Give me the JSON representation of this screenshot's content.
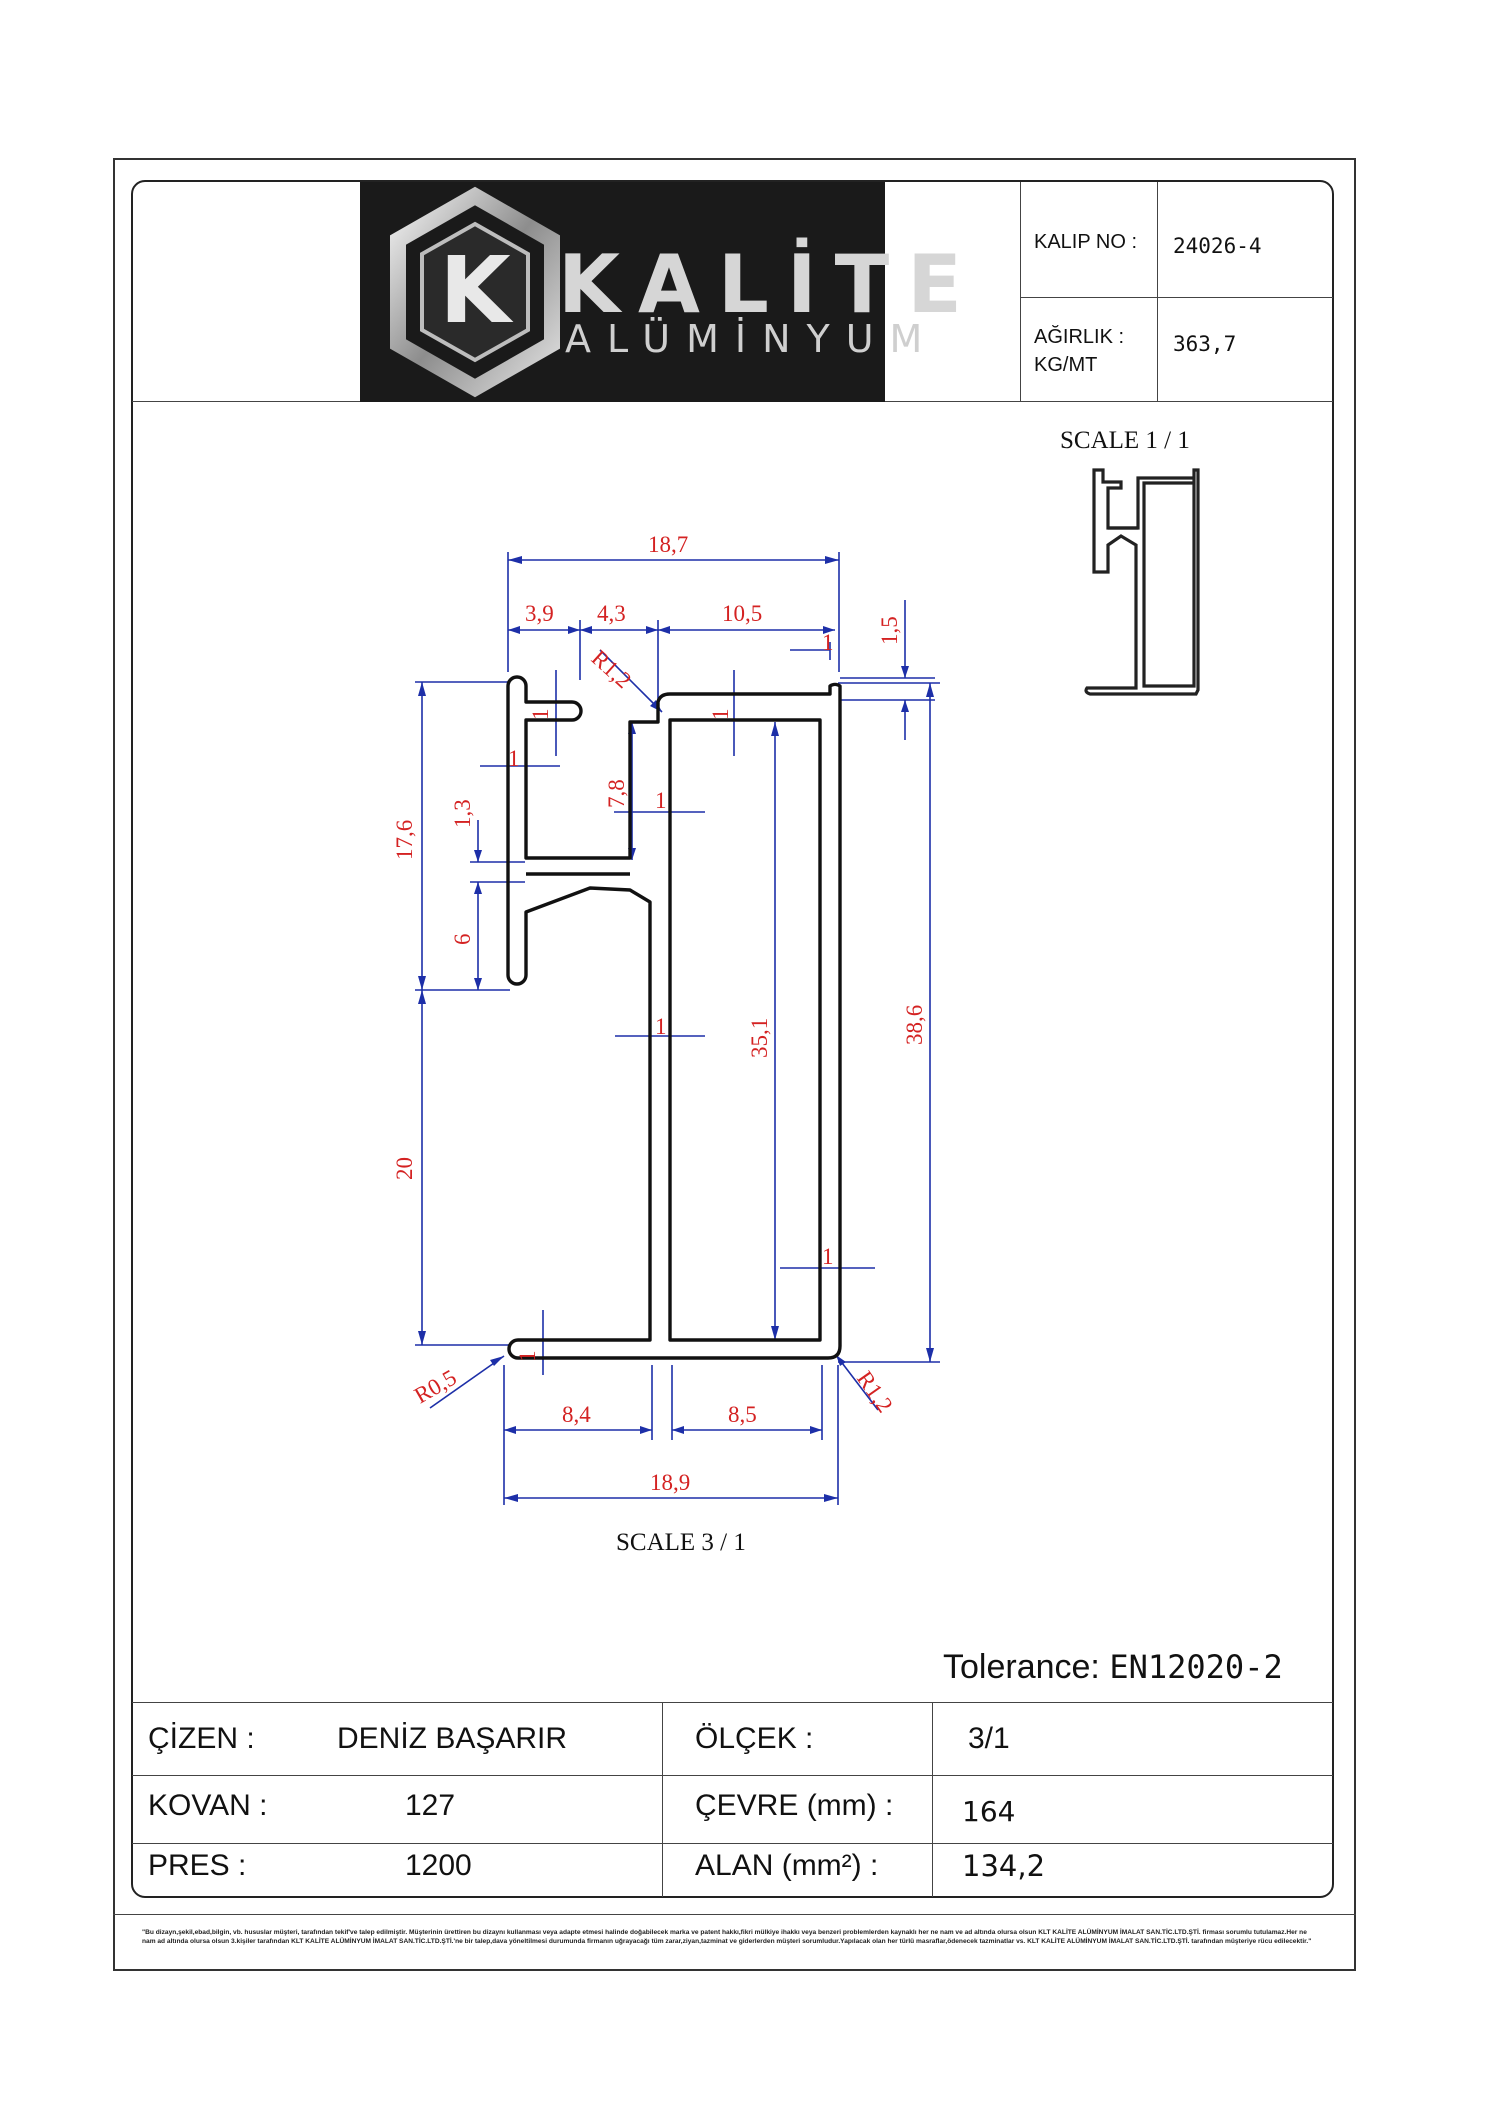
{
  "logo": {
    "word1": "KALİTE",
    "word2": "ALÜMİNYUM",
    "monogram": "K"
  },
  "title_block": {
    "kalip_no_label": "KALIP NO :",
    "kalip_no_value": "24026-4",
    "agirlik_label_1": "AĞIRLIK :",
    "agirlik_label_2": "KG/MT",
    "agirlik_value": "363,7"
  },
  "drawing": {
    "scale_small": "SCALE 1 / 1",
    "scale_main": "SCALE 3 / 1",
    "dimensions": {
      "d_18_7": "18,7",
      "d_3_9": "3,9",
      "d_4_3": "4,3",
      "d_10_5": "10,5",
      "d_1_5": "1,5",
      "d_r1_2_top": "R1,2",
      "d_1_a": "1",
      "d_1_b": "1",
      "d_1_c": "1",
      "d_1_d": "1",
      "d_1_e": "1",
      "d_1_f": "1",
      "d_1_g": "1",
      "d_1_h": "1",
      "d_17_6": "17,6",
      "d_1_3": "1,3",
      "d_7_8": "7,8",
      "d_6": "6",
      "d_35_1": "35,1",
      "d_38_6": "38,6",
      "d_20": "20",
      "d_r0_5": "R0,5",
      "d_r1_2_bot": "R1,2",
      "d_8_4": "8,4",
      "d_8_5": "8,5",
      "d_18_9": "18,9"
    }
  },
  "tolerance": {
    "label": "Tolerance:",
    "value": "EN12020-2"
  },
  "info_table": {
    "cizen_label": "ÇİZEN :",
    "cizen_value": "DENİZ BAŞARIR",
    "olcek_label": "ÖLÇEK :",
    "olcek_value": "3/1",
    "kovan_label": "KOVAN :",
    "kovan_value": "127",
    "cevre_label": "ÇEVRE (mm) :",
    "cevre_value": "164",
    "pres_label": "PRES :",
    "pres_value": "1200",
    "alan_label": "ALAN (mm²) :",
    "alan_value": "134,2"
  },
  "footer_note": "\"Bu dizayn,şekil,ebad,bilgin, vb. hususlar müşteri, tarafından tekif've talep edilmiştir. Müşterinin ürettiren bu dizaynı kullanması veya adapte etmesi halinde doğabilecek marka ve patent hakkı,fikri mülkiye ihakkı veya benzeri problemlerden kaynaklı her ne nam ve ad altında olursa olsun KLT KALİTE ALÜMİNYUM İMALAT SAN.TİC.LTD.ŞTİ. firması sorumlu tutulamaz.Her ne nam ad altında olursa olsun 3.kişiler tarafından KLT KALİTE ALÜMİNYUM İMALAT SAN.TİC.LTD.ŞTİ.'ne bir talep,dava yöneltilmesi durumunda firmanın uğrayacağı tüm zarar,ziyan,tazminat ve giderlerden müşteri sorumludur.Yapılacak olan her türlü masraflar,ödenecek tazminatlar vs. KLT KALİTE ALÜMİNYUM İMALAT SAN.TİC.LTD.ŞTİ. tarafından müşteriye rücu edilecektir.\""
}
